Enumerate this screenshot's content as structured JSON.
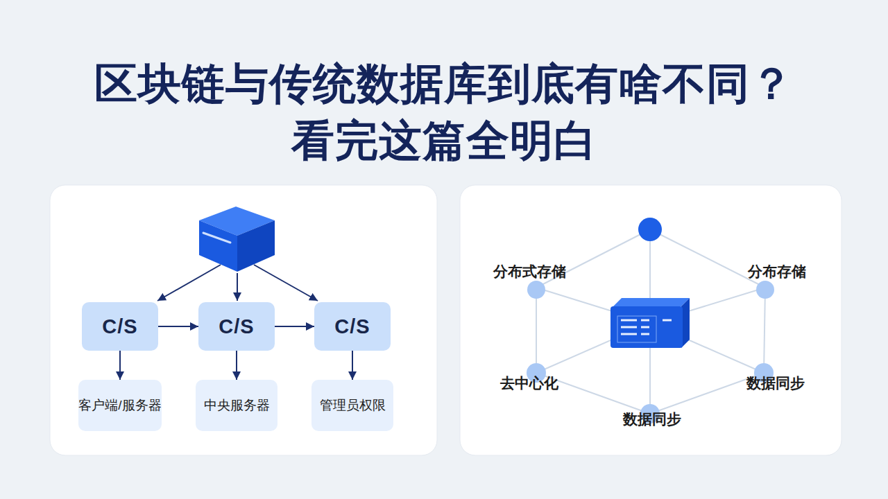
{
  "diagram": {
    "title": "区块链与传统数据库到底有啥不同？ 看完这篇全明白",
    "nodes": [
      {
        "text": [
          "C/S"
        ]
      },
      {
        "text": [
          "C/S"
        ]
      },
      {
        "text": [
          "C/S"
        ]
      },
      {
        "text": [
          "客户端/服务器"
        ]
      },
      {
        "text": [
          "中央服务器"
        ]
      },
      {
        "text": [
          "管理员权限"
        ]
      }
    ],
    "edges": [
      {
        "from": 0,
        "to": 1,
        "arrow": "to"
      },
      {
        "from": 1,
        "to": 2,
        "arrow": "to"
      },
      {
        "from": 0,
        "to": 3,
        "arrow": "to"
      },
      {
        "from": 1,
        "to": 4,
        "arrow": "to"
      },
      {
        "from": 2,
        "to": 5,
        "arrow": "to"
      }
    ],
    "labels": [
      "分布式存储",
      "分布存储",
      "去中心化",
      "数据同步",
      "数据同步"
    ]
  }
}
